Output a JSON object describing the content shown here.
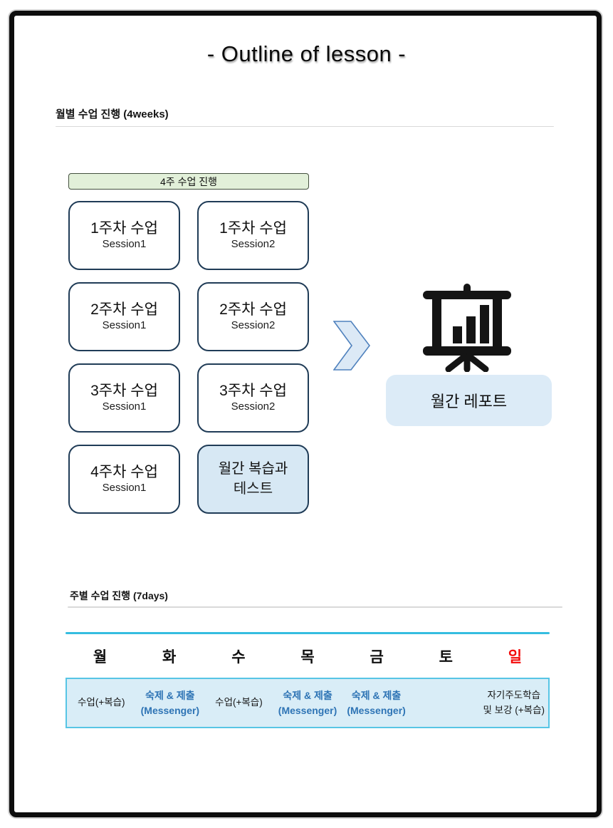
{
  "page_title": "- Outline of lesson -",
  "monthly": {
    "heading": "월별 수업 진행 (4weeks)",
    "banner": "4주 수업 진행",
    "boxes": [
      {
        "line1": "1주차 수업",
        "line2": "Session1"
      },
      {
        "line1": "1주차 수업",
        "line2": "Session2"
      },
      {
        "line1": "2주차 수업",
        "line2": "Session1"
      },
      {
        "line1": "2주차 수업",
        "line2": "Session2"
      },
      {
        "line1": "3주차 수업",
        "line2": "Session1"
      },
      {
        "line1": "3주차 수업",
        "line2": "Session2"
      },
      {
        "line1": "4주차 수업",
        "line2": "Session1"
      },
      {
        "line1": "월간 복습과",
        "line2": "테스트"
      }
    ],
    "report_label": "월간 레포트"
  },
  "weekly": {
    "heading": "주별 수업 진행 (7days)",
    "day_headers": [
      {
        "label": "월"
      },
      {
        "label": "화"
      },
      {
        "label": "수"
      },
      {
        "label": "목"
      },
      {
        "label": "금"
      },
      {
        "label": "토"
      },
      {
        "label": "일"
      }
    ],
    "cells": [
      {
        "lines": [
          "수업(+복습)"
        ]
      },
      {
        "lines": [
          "숙제 & 제출",
          "(Messenger)"
        ]
      },
      {
        "lines": [
          "수업(+복습)"
        ]
      },
      {
        "lines": [
          "숙제 & 제출",
          "(Messenger)"
        ]
      },
      {
        "lines": [
          "숙제 & 제출",
          "(Messenger)"
        ]
      },
      {
        "lines": []
      },
      {
        "lines": [
          "자기주도학습",
          "및 보강 (+복습)"
        ]
      }
    ]
  },
  "colors": {
    "banner_green": "#e2f0d9",
    "box_border": "#203c57",
    "highlight_blue": "#d7e8f4",
    "report_label_bg": "#dcebf7",
    "table_accent": "#57c5e5",
    "table_row_bg": "#d9edf7",
    "homework_blue": "#2e74b5",
    "sunday_red": "#f30a0a"
  }
}
